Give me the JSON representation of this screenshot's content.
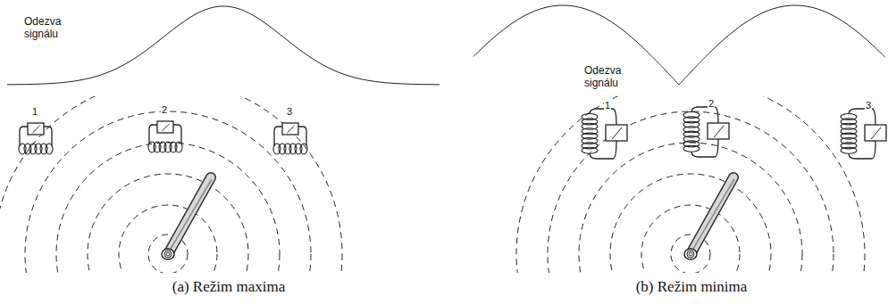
{
  "diagram": {
    "labels": [
      "Odezva signálu",
      "1",
      "2",
      "3",
      "Odezva signálu",
      "1",
      "2",
      "3",
      "(a) Režim maxima",
      "(b) Režim minima"
    ]
  }
}
